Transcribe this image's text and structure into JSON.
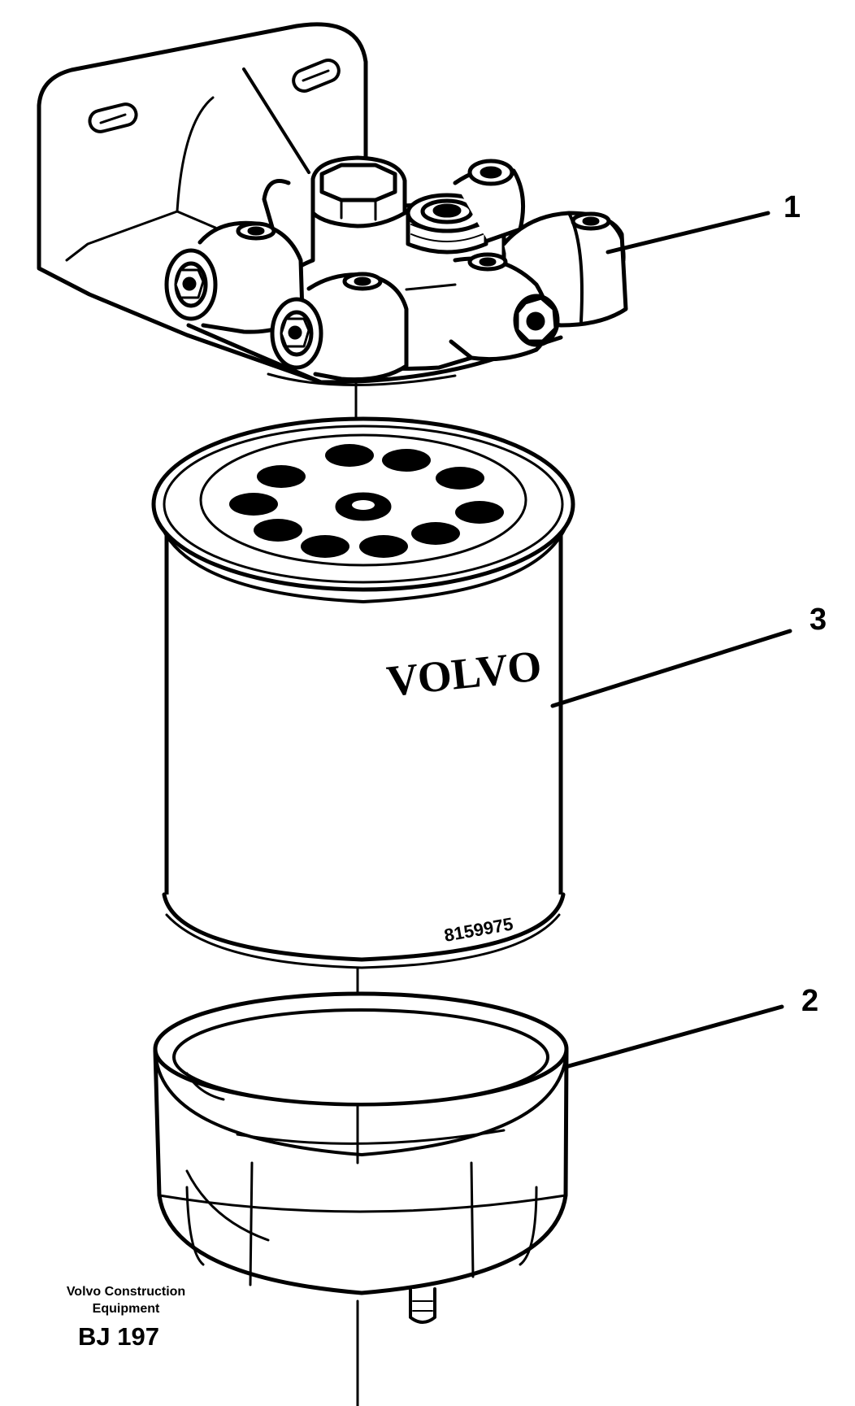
{
  "callouts": {
    "head": "1",
    "filter": "3",
    "bowl": "2"
  },
  "filter_label": {
    "brand": "VOLVO",
    "part_number": "8159975"
  },
  "credit": {
    "line1": "Volvo Construction",
    "line2": "Equipment",
    "code": "BJ 197"
  },
  "colors": {
    "ink": "#000000",
    "paper": "#ffffff"
  }
}
